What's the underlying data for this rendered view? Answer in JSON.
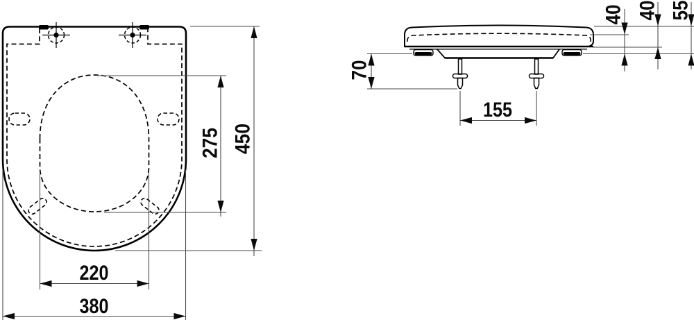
{
  "colors": {
    "line": "#000000",
    "dimension_line": "#4a4a4a",
    "background": "#ffffff"
  },
  "dimensions": {
    "plan": {
      "overall_depth": "450",
      "opening_depth": "275",
      "bumper_spacing": "220",
      "overall_width": "380"
    },
    "side": {
      "fixing_bolt_length": "70",
      "bolt_spacing": "155",
      "ring_underside_drop": "40",
      "lid_height": "40",
      "overall_height": "55"
    }
  }
}
